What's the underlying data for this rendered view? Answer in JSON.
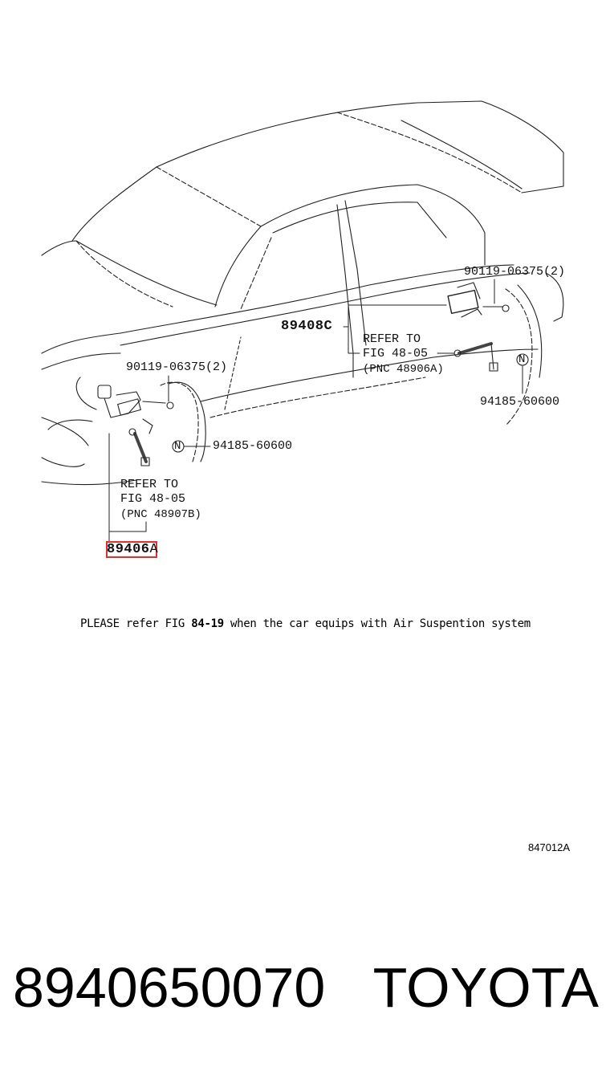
{
  "diagram": {
    "callouts": {
      "bolt_rear_part": "90119-06375(2)",
      "bolt_rear_qty": "",
      "rear_sensor_part": "89408C",
      "rear_refer_line1": "REFER TO",
      "rear_refer_line2": "FIG 48-05",
      "rear_refer_pnc": "(PNC 48906A)",
      "nut_rear_part": "94185-60600",
      "bolt_front_part": "90119-06375(2)",
      "nut_front_part": "94185-60600",
      "front_refer_line1": "REFER TO",
      "front_refer_line2": "FIG 48-05",
      "front_refer_pnc": "(PNC 48907B)",
      "front_sensor_part": "89406",
      "front_sensor_suffix": "A"
    },
    "nut_symbol": "N",
    "highlight_color": "#e03030"
  },
  "note": {
    "prefix": "PLEASE refer FIG ",
    "fig": "84-19",
    "suffix": " when the car equips with Air Suspention system"
  },
  "figure_code": "847012A",
  "footer": {
    "part_number": "8940650070",
    "brand": "TOYOTA"
  }
}
